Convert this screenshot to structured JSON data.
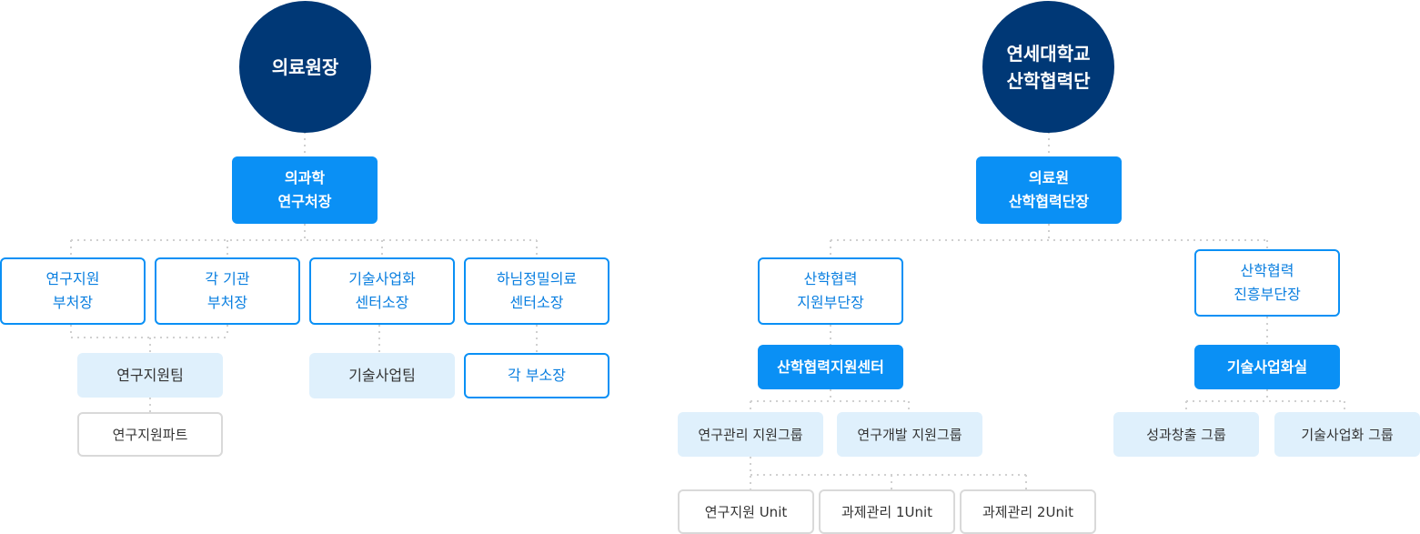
{
  "left": {
    "root": "의료원장",
    "level1": "의과학\n연구처장",
    "deputies": [
      "연구지원\n부처장",
      "각 기관\n부처장",
      "기술사업화\n센터소장",
      "하님정밀의료\n센터소장"
    ],
    "teams": [
      "연구지원팀",
      "기술사업팀",
      "각 부소장"
    ],
    "part": "연구지원파트"
  },
  "right": {
    "root": "연세대학교\n산학협력단",
    "level1": "의료원\n산학협력단장",
    "deputies": [
      "산학협력\n지원부단장",
      "산학협력\n진흥부단장"
    ],
    "centers": [
      "산학협력지원센터",
      "기술사업화실"
    ],
    "groups": [
      "연구관리 지원그룹",
      "연구개발 지원그룹",
      "성과창출 그룹",
      "기술사업화 그룹"
    ],
    "units": [
      "연구지원 Unit",
      "과제관리 1Unit",
      "과제관리 2Unit"
    ]
  },
  "colors": {
    "navy": "#003876",
    "blue": "#0a90f5",
    "light_blue": "#dff0fc",
    "gray_border": "#d9d9d9",
    "connector": "#d0d0d0"
  }
}
